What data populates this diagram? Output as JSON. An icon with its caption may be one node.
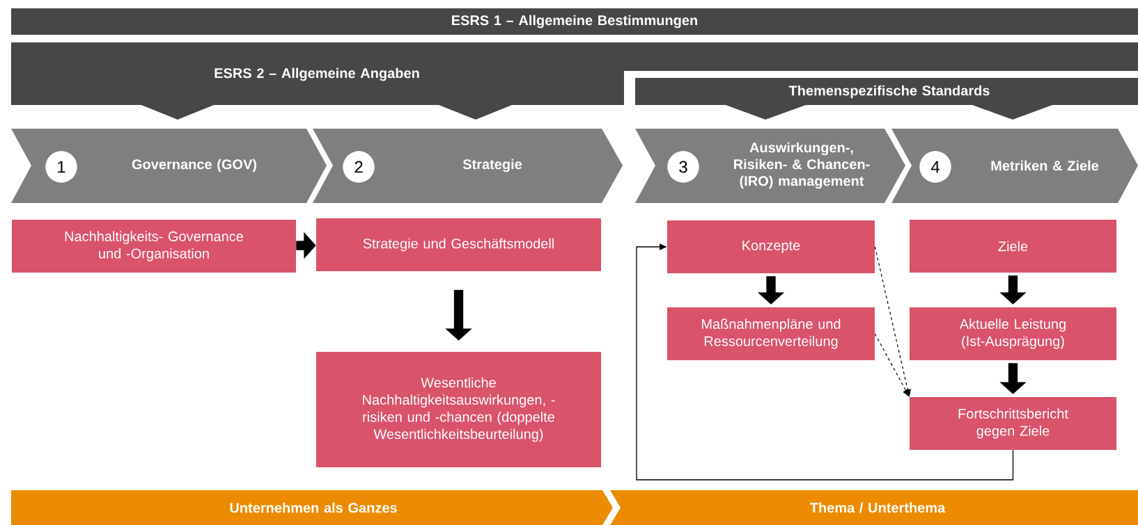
{
  "diagram": {
    "nodes": [
      {
        "text": [
          "ESRS 1 – Allgemeine Bestimmungen"
        ]
      },
      {
        "text": [
          "ESRS 2 – Allgemeine Angaben"
        ]
      },
      {
        "text": [
          "Themenspezifische Standards"
        ]
      },
      {
        "text": [
          "Governance (GOV)"
        ]
      },
      {
        "text": [
          "1"
        ],
        "in": 3
      },
      {
        "text": [
          "Strategie"
        ]
      },
      {
        "text": [
          "2"
        ],
        "in": 5
      },
      {
        "text": [
          "Auswirkungen-, Risiken- & Chancen- (IRO) management"
        ]
      },
      {
        "text": [
          "3"
        ],
        "in": 7
      },
      {
        "text": [
          "Metriken & Ziele"
        ]
      },
      {
        "text": [
          "4"
        ],
        "in": 9
      },
      {
        "text": [
          "Nachhaltigkeits- Governance und -Organisation"
        ]
      },
      {
        "text": [
          "Strategie und Geschäftsmodell"
        ]
      },
      {
        "text": [
          "Wesentliche Nachhaltigkeitsauswirkungen, -risiken und -chancen (doppelte Wesentlichkeitsbeurteilung)"
        ]
      },
      {
        "text": [
          "Konzepte"
        ]
      },
      {
        "text": [
          "Maßnahmenpläne und Ressourcenverteilung"
        ]
      },
      {
        "text": [
          "Ziele"
        ]
      },
      {
        "text": [
          "Aktuelle Leistung (Ist-Ausprägung)"
        ]
      },
      {
        "text": [
          "Fortschrittsbericht gegen Ziele"
        ]
      },
      {
        "text": [
          "Unternehmen als Ganzes"
        ]
      },
      {
        "text": [
          "Thema / Unterthema"
        ]
      }
    ],
    "edges": [
      {
        "from": 11,
        "to": 12,
        "arrow": "to"
      },
      {
        "from": 12,
        "to": 13,
        "arrow": "to"
      },
      {
        "from": 14,
        "to": 15,
        "arrow": "to"
      },
      {
        "from": 16,
        "to": 17,
        "arrow": "to"
      },
      {
        "from": 17,
        "to": 18,
        "arrow": "to"
      },
      {
        "from": 14,
        "to": 18,
        "arrow": "to",
        "style": "dashed"
      },
      {
        "from": 15,
        "to": 18,
        "arrow": "to",
        "style": "dashed"
      },
      {
        "from": 18,
        "to": 14,
        "arrow": "to"
      }
    ]
  }
}
